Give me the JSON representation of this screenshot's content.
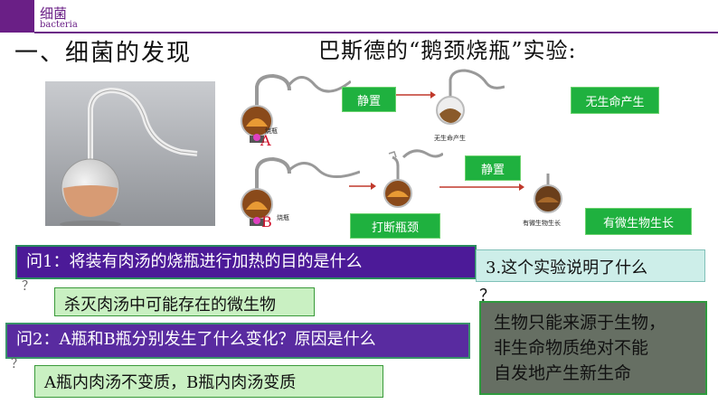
{
  "header": {
    "title": "细菌",
    "subtitle": "bacteria"
  },
  "slide": {
    "title": "一、细菌的发现",
    "experiment_title": "巴斯德的“鹅颈烧瓶”实验:"
  },
  "diagram": {
    "flask_label_a": "烧瓶",
    "flask_label_b": "烧瓶",
    "letter_a": "A",
    "letter_b": "B",
    "step_still_1": "静置",
    "step_break_neck": "打断瓶颈",
    "step_still_2": "静置",
    "result_no_life_small": "无生命产生",
    "result_microbes_small": "有微生物生长",
    "result_no_life": "无生命产生",
    "result_microbes": "有微生物生长"
  },
  "questions": {
    "q1": "问1：将装有肉汤的烧瓶进行加热的目的是什么",
    "q1_tail": "？",
    "a1": "杀灭肉汤中可能存在的微生物",
    "q2": "问2：A瓶和B瓶分别发生了什么变化？原因是什么",
    "q2_tail": "？",
    "a2": "A瓶内肉汤不变质，B瓶内肉汤变质",
    "q3": "3.这个实验说明了什么",
    "q3_tail": "？"
  },
  "conclusion": {
    "lines": [
      "生物只能来源于生物，",
      "非生命物质绝对不能",
      "自发地产生新生命"
    ]
  },
  "colors": {
    "purple": "#6a1f86",
    "green": "#1fb13f",
    "question_purple": "#4c1a98",
    "answer_green": "#c9f0c2",
    "conclusion_gray": "#666f63"
  }
}
